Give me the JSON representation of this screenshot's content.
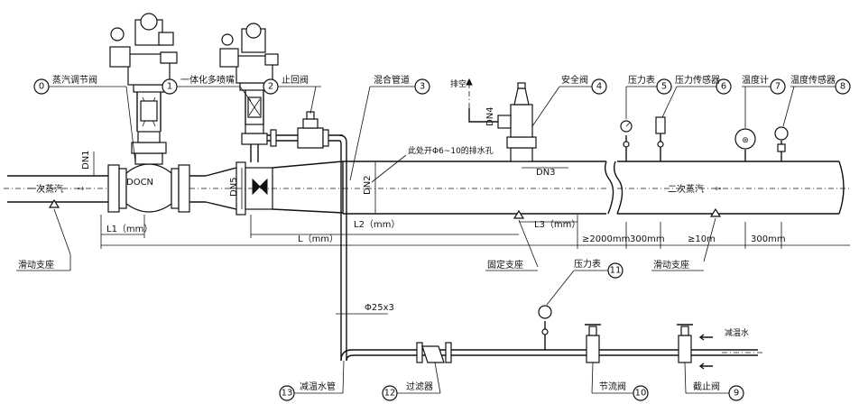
{
  "components": {
    "c0": {
      "num": "0",
      "label": "蒸汽调节阀"
    },
    "c1": {
      "num": "1",
      "label": "一体化多喷嘴"
    },
    "c2": {
      "num": "2",
      "label": "止回阀"
    },
    "c3": {
      "num": "3",
      "label": "混合管道"
    },
    "c4": {
      "num": "4",
      "label": "安全阀"
    },
    "c5": {
      "num": "5",
      "label": "压力表"
    },
    "c6": {
      "num": "6",
      "label": "压力传感器"
    },
    "c7": {
      "num": "7",
      "label": "温度计"
    },
    "c8": {
      "num": "8",
      "label": "温度传感器"
    },
    "c9": {
      "num": "9",
      "label": "截止阀"
    },
    "c10": {
      "num": "10",
      "label": "节流阀"
    },
    "c11": {
      "num": "11",
      "label": "压力表"
    },
    "c12": {
      "num": "12",
      "label": "过滤器"
    },
    "c13": {
      "num": "13",
      "label": "减温水管"
    }
  },
  "labels": {
    "primary_steam": "一次蒸汽",
    "secondary_steam": "二次蒸汽",
    "valve_model": "DOCN",
    "vent": "排空",
    "drain_note": "此处开Φ6~10的排水孔",
    "sliding_support_left": "滑动支座",
    "sliding_support_right": "滑动支座",
    "fixed_support": "固定支座",
    "desuperheat_water": "减温水",
    "pipe_size": "Φ25x3"
  },
  "dimensions": {
    "dn1": "DN1",
    "dn2": "DN2",
    "dn3": "DN3",
    "dn4": "DN4",
    "dn5": "DN5",
    "l1": "L1（mm）",
    "l2": "L2（mm）",
    "l3": "L3（mm）",
    "l": "L（mm）",
    "d2000": "≥2000mm",
    "d300a": "300mm",
    "d10m": "≥10m",
    "d300b": "300mm"
  }
}
